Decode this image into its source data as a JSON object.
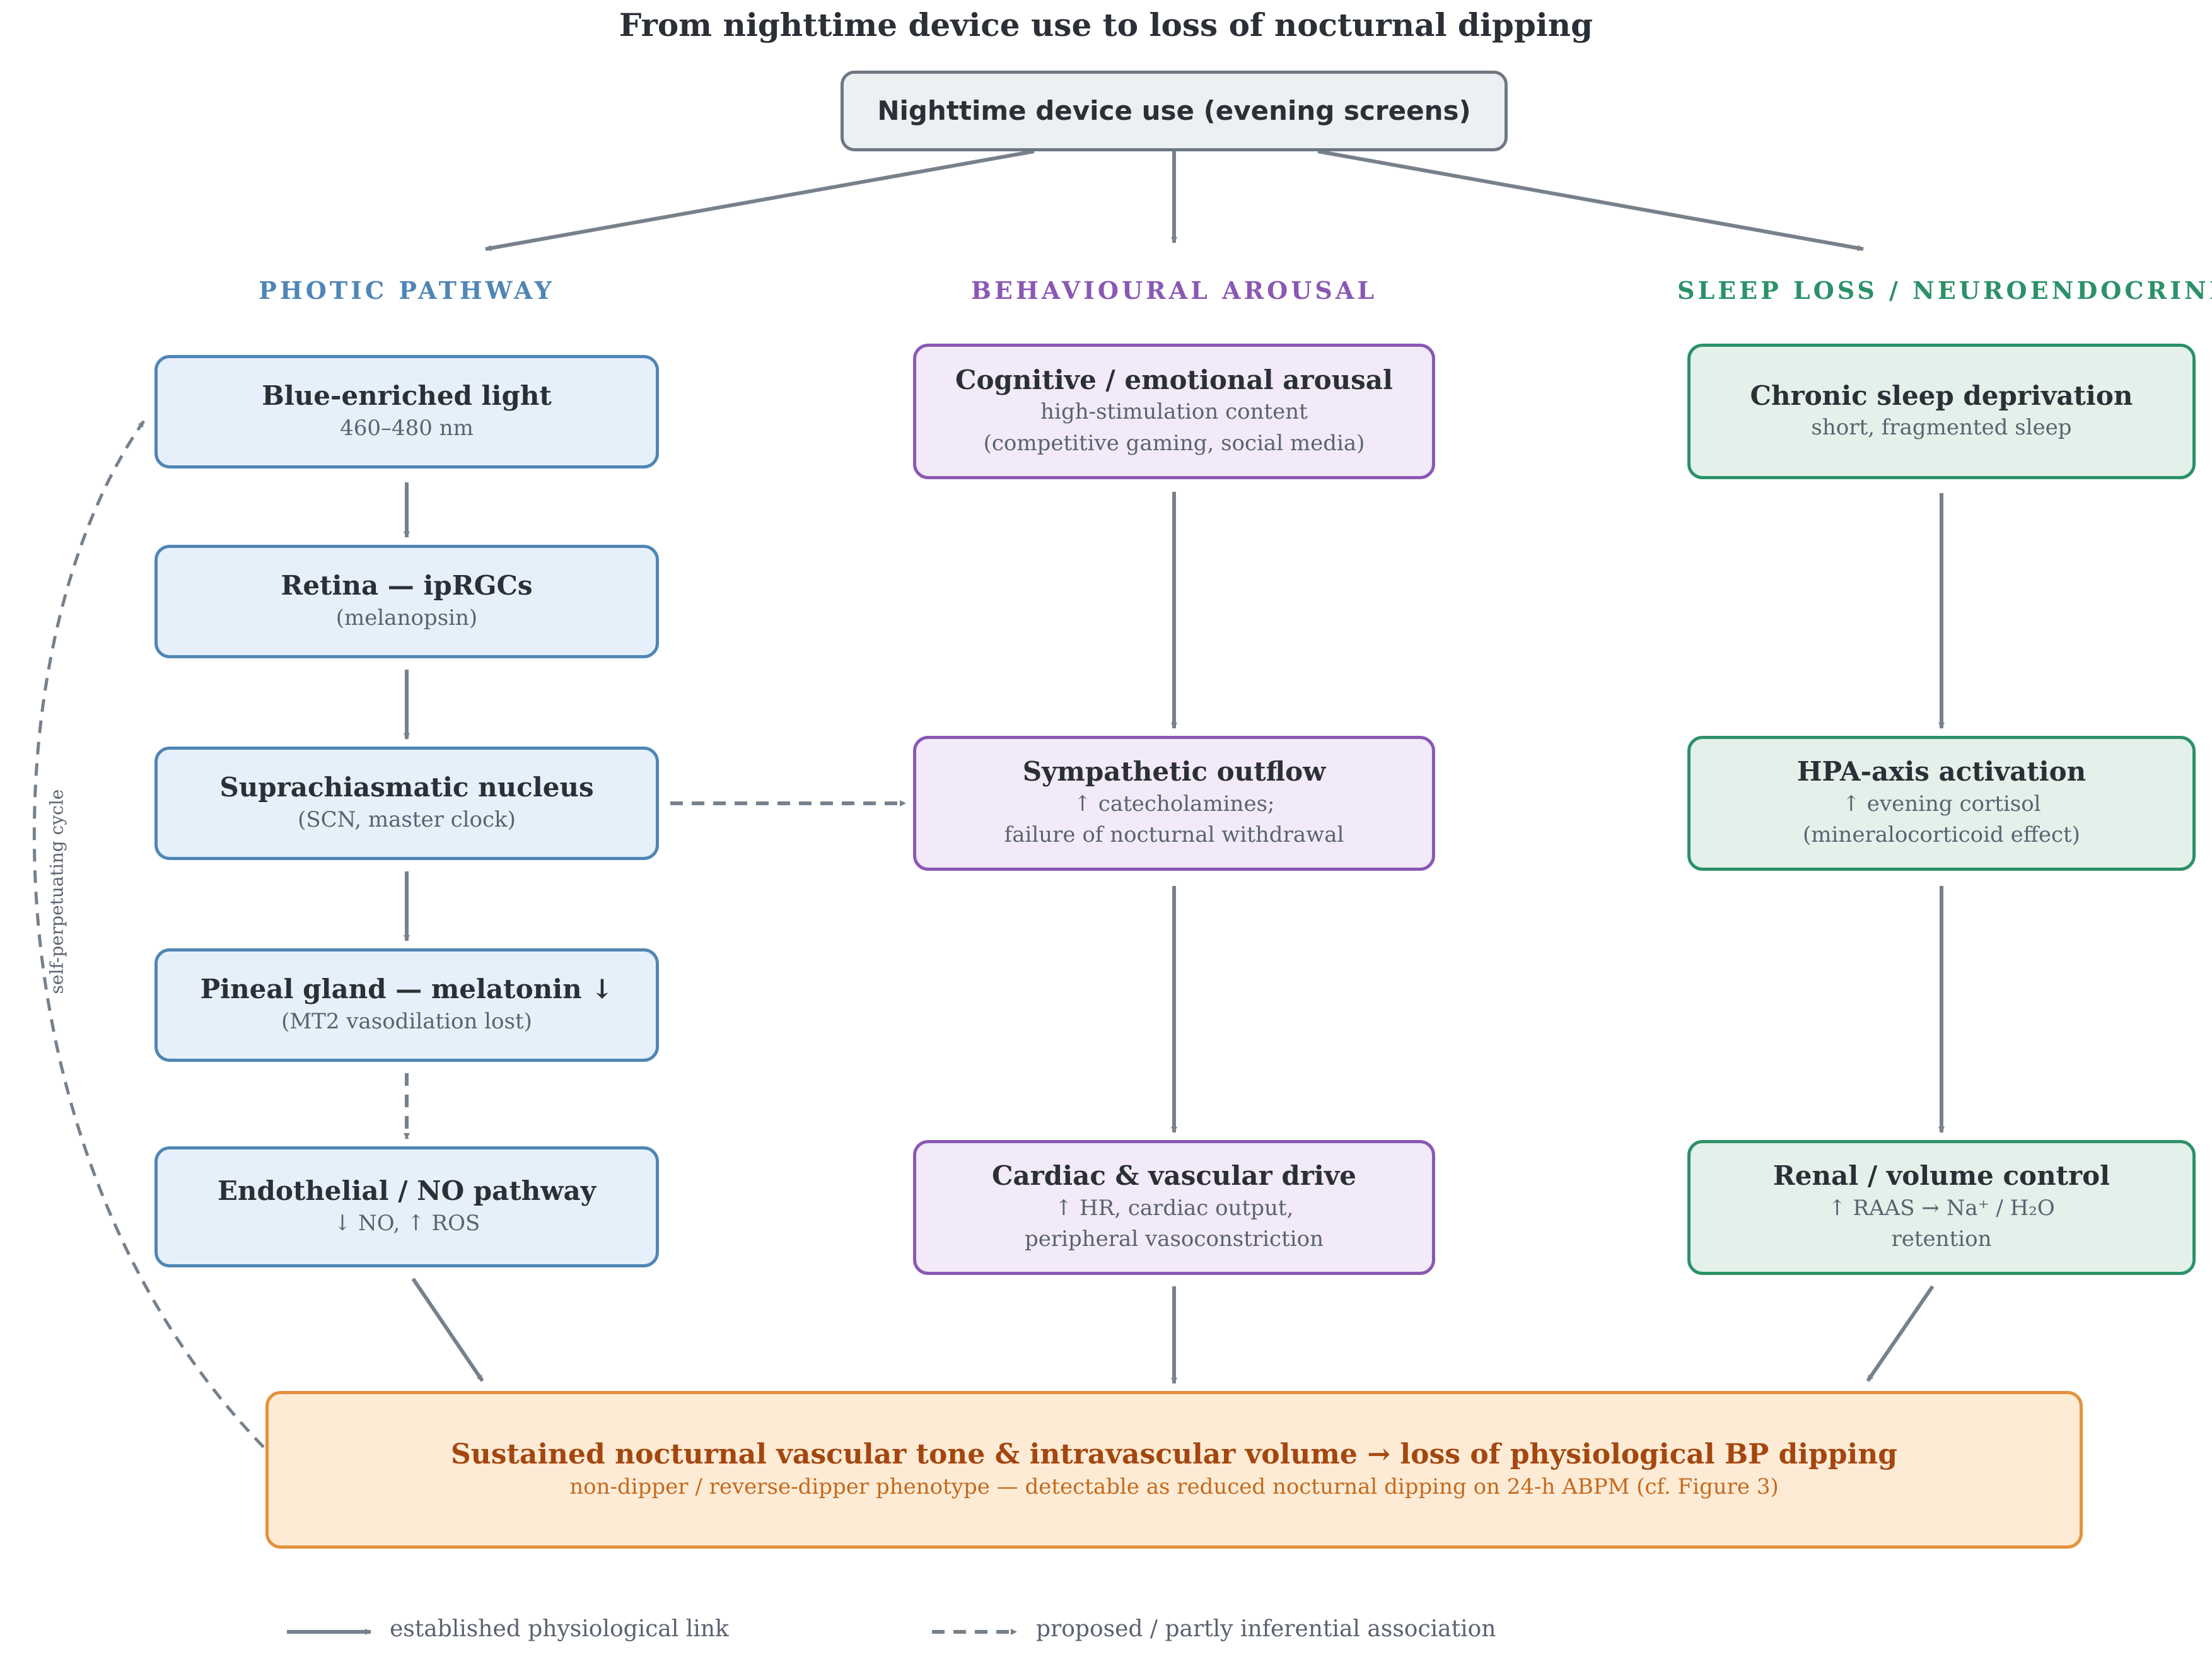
{
  "title": "From nighttime device use to loss of nocturnal dipping",
  "colors": {
    "connector": "#77818c",
    "photic": "#4f86b5",
    "behavioural": "#8a58b4",
    "sleep": "#2b9168",
    "outcome": "#e4913c"
  },
  "top": {
    "title": "Nighttime device use (evening screens)"
  },
  "columns": {
    "photic": {
      "heading": "PHOTIC PATHWAY",
      "boxes": [
        {
          "title": "Blue-enriched light",
          "lines": [
            "460–480 nm"
          ]
        },
        {
          "title": "Retina — ipRGCs",
          "lines": [
            "(melanopsin)"
          ]
        },
        {
          "title": "Suprachiasmatic nucleus",
          "lines": [
            "(SCN, master clock)"
          ]
        },
        {
          "title": "Pineal gland — melatonin ↓",
          "lines": [
            "(MT2 vasodilation lost)"
          ]
        },
        {
          "title": "Endothelial / NO pathway",
          "lines": [
            "↓ NO, ↑ ROS"
          ]
        }
      ]
    },
    "behavioural": {
      "heading": "BEHAVIOURAL AROUSAL",
      "boxes": [
        {
          "title": "Cognitive / emotional arousal",
          "lines": [
            "high-stimulation content",
            "(competitive gaming, social media)"
          ]
        },
        {
          "title": "Sympathetic outflow",
          "lines": [
            "↑ catecholamines;",
            "failure of nocturnal withdrawal"
          ]
        },
        {
          "title": "Cardiac & vascular drive",
          "lines": [
            "↑ HR, cardiac output,",
            "peripheral vasoconstriction"
          ]
        }
      ]
    },
    "sleep": {
      "heading": "SLEEP LOSS / NEUROENDOCRINE",
      "boxes": [
        {
          "title": "Chronic sleep deprivation",
          "lines": [
            "short, fragmented sleep"
          ]
        },
        {
          "title": "HPA-axis activation",
          "lines": [
            "↑ evening cortisol",
            "(mineralocorticoid effect)"
          ]
        },
        {
          "title": "Renal / volume control",
          "lines": [
            "↑ RAAS → Na⁺ / H₂O",
            "retention"
          ]
        }
      ]
    }
  },
  "outcome": {
    "title": "Sustained nocturnal vascular tone & intravascular volume → loss of physiological BP dipping",
    "subtitle": "non-dipper / reverse-dipper phenotype — detectable as reduced nocturnal dipping on 24-h ABPM (cf. Figure 3)"
  },
  "cycle_label": "self-perpetuating cycle",
  "legend": {
    "solid": "established physiological link",
    "dashed": "proposed / partly inferential association"
  }
}
